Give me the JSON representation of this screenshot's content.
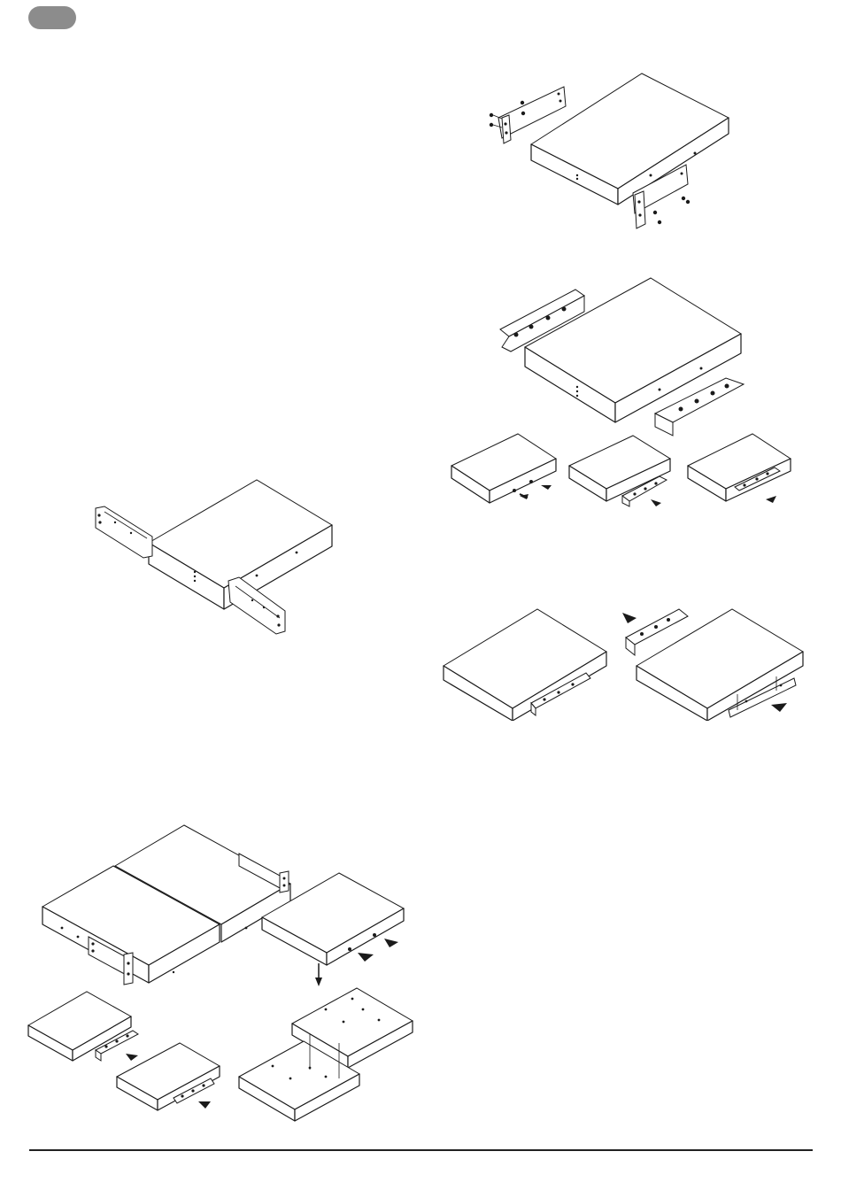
{
  "page": {
    "background": "#ffffff",
    "tab_color": "#8c8c8c",
    "rule_color": "#222222"
  },
  "figures": [
    {
      "id": "fig-1",
      "icon": "rack-ears-screw-mount-diagram"
    },
    {
      "id": "fig-2",
      "icon": "rack-mounted-unit-diagram"
    },
    {
      "id": "fig-3",
      "icon": "wall-bracket-attach-diagram"
    },
    {
      "id": "fig-4",
      "icon": "bracket-orientation-steps-diagram"
    },
    {
      "id": "fig-5",
      "icon": "bracket-side-mount-diagram"
    },
    {
      "id": "fig-6",
      "icon": "dual-unit-rack-stacking-diagram"
    }
  ]
}
